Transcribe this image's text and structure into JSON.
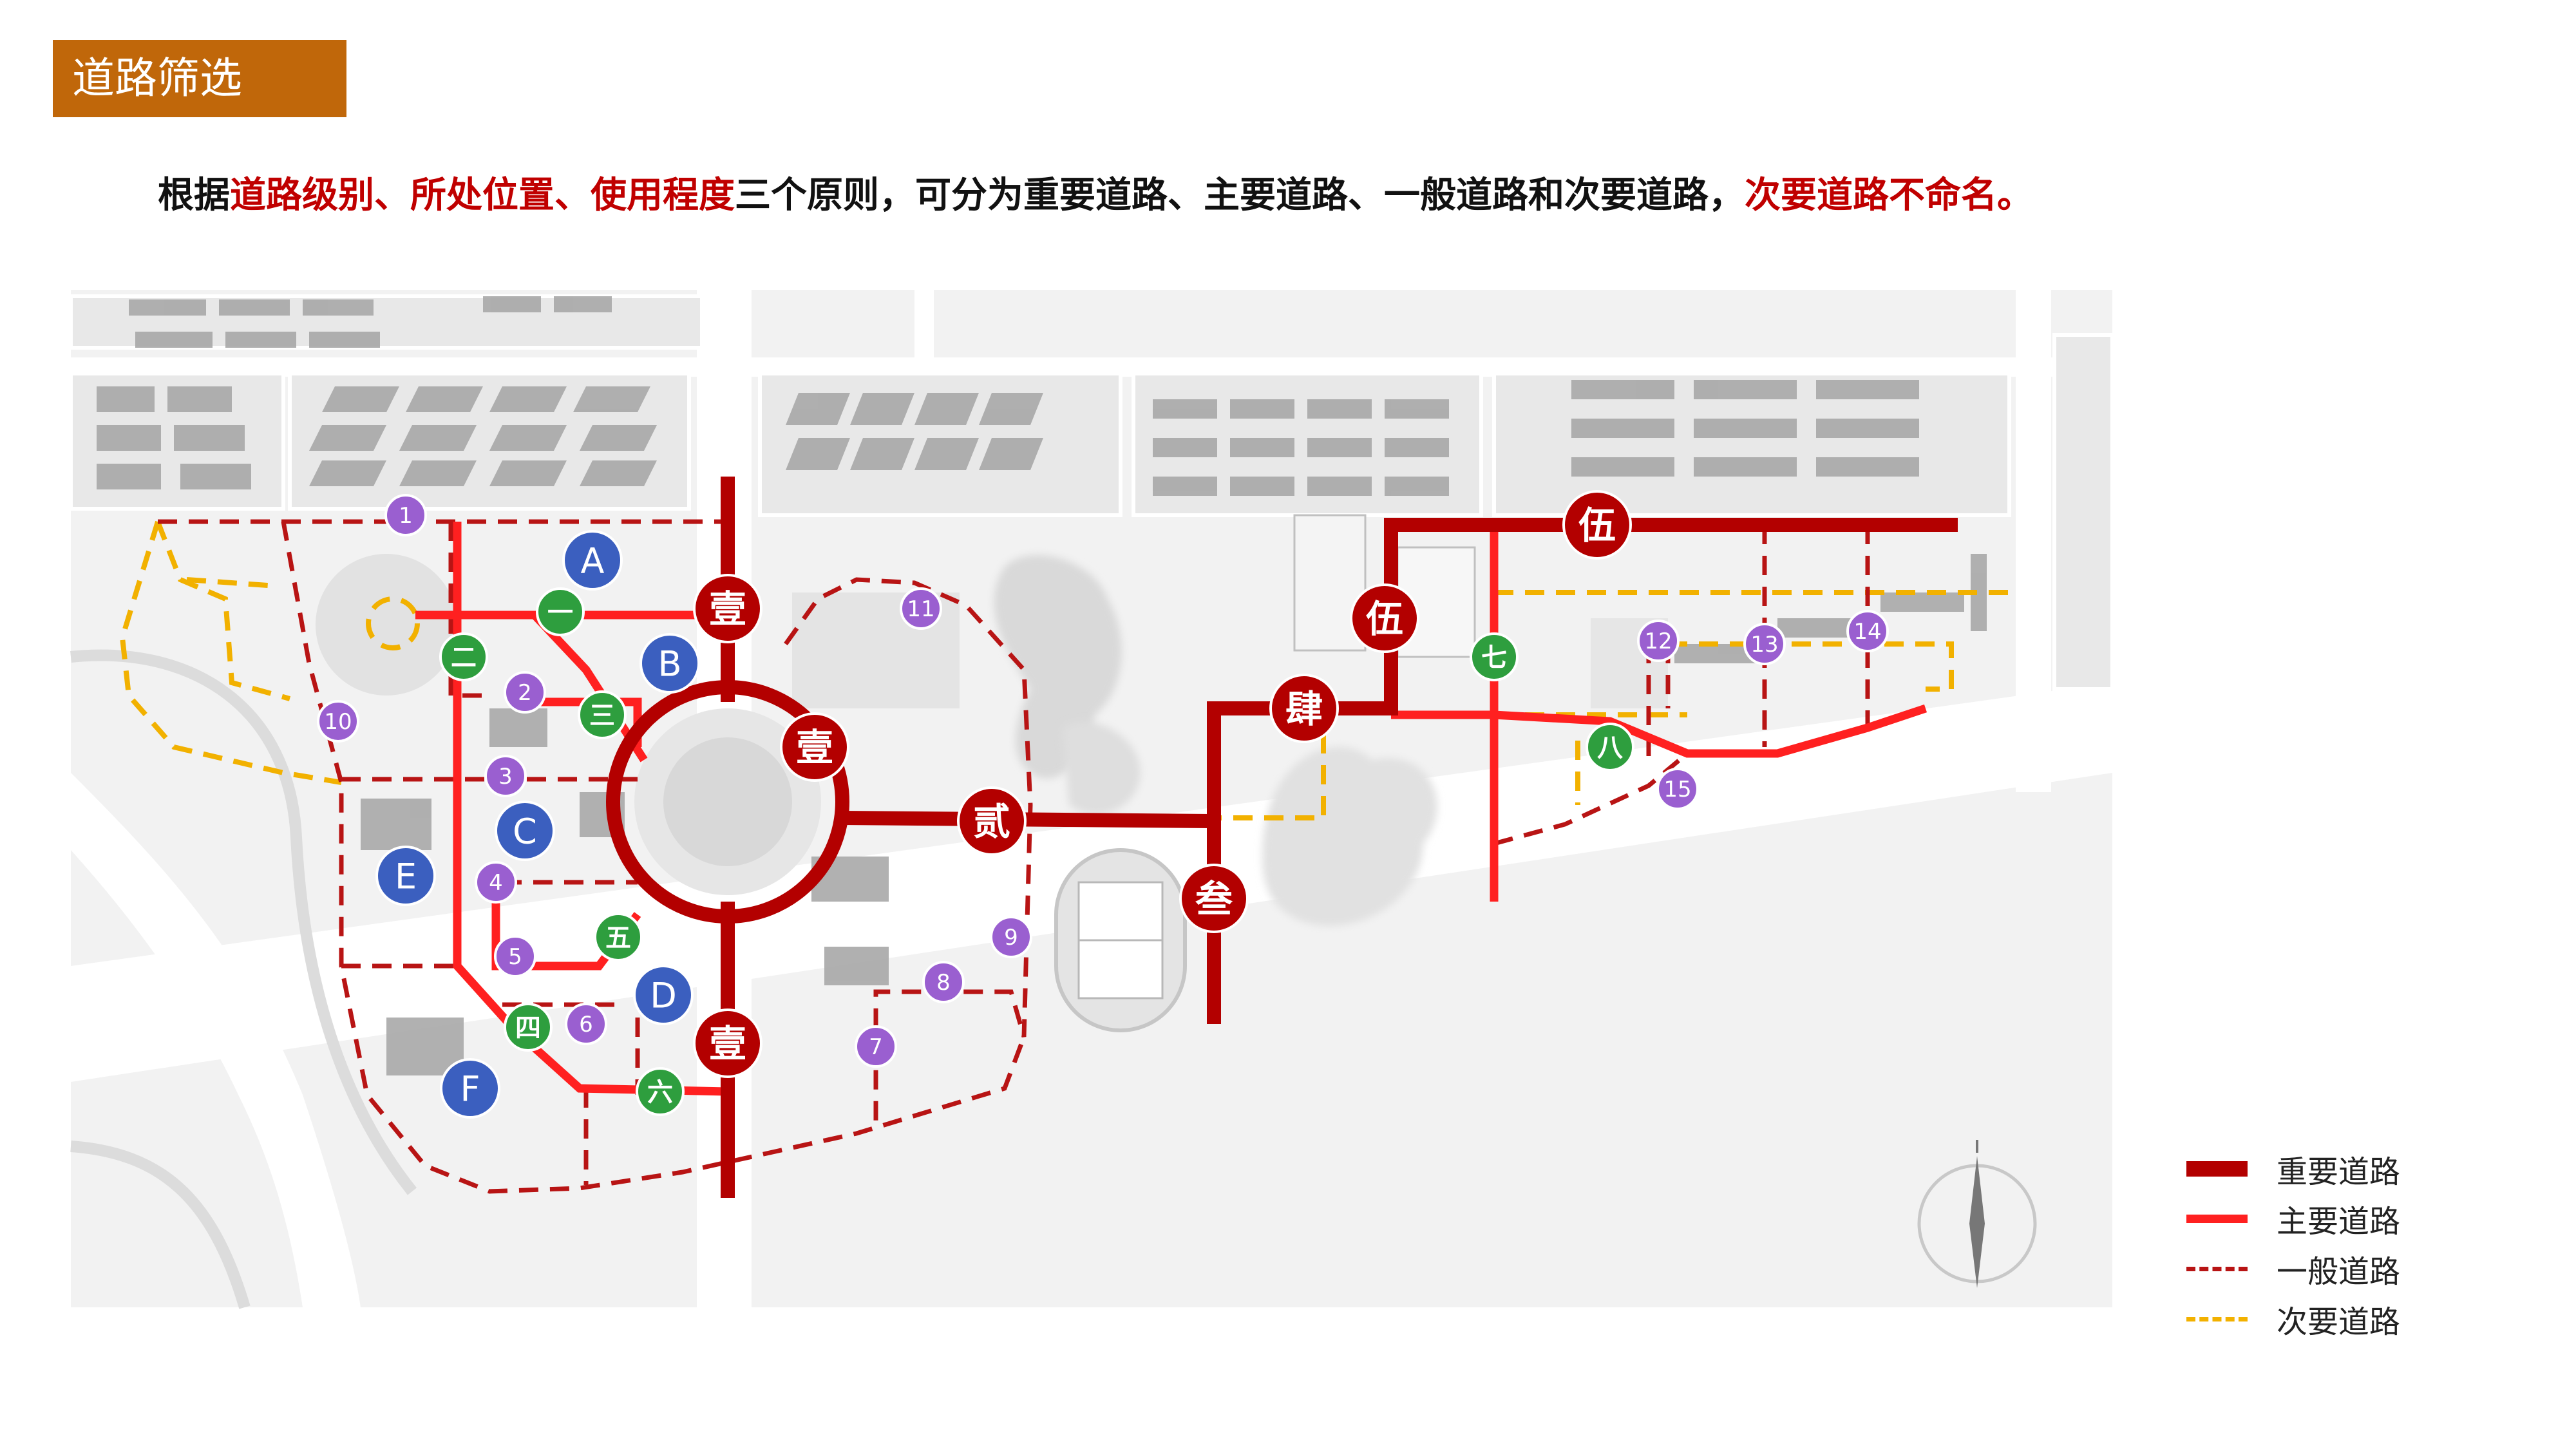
{
  "header": {
    "title": "道路筛选",
    "intro_prefix": "根据",
    "intro_principles": "道路级别、所处位置、使用程度",
    "intro_middle": "三个原则，可分为重要道路、主要道路、一般道路和次要道路，",
    "intro_note": "次要道路不命名。"
  },
  "colors": {
    "important": "#b30000",
    "main": "#ff2020",
    "general": "#b81414",
    "secondary": "#f2b100",
    "building": "#a8a8a8",
    "lot": "#ececec",
    "title_bg": "#c0670a"
  },
  "legend": [
    {
      "label": "重要道路",
      "style": "important"
    },
    {
      "label": "主要道路",
      "style": "main"
    },
    {
      "label": "一般道路",
      "style": "general"
    },
    {
      "label": "次要道路",
      "style": "secondary"
    }
  ],
  "map": {
    "important_labels": [
      "壹",
      "壹",
      "壹",
      "贰",
      "叁",
      "肆",
      "伍",
      "伍"
    ],
    "main_labels": [
      "一",
      "二",
      "三",
      "四",
      "五",
      "六",
      "七",
      "八"
    ],
    "general_labels": [
      "1",
      "2",
      "3",
      "4",
      "5",
      "6",
      "7",
      "8",
      "9",
      "10",
      "11",
      "12",
      "13",
      "14",
      "15"
    ],
    "zone_labels": [
      "A",
      "B",
      "C",
      "D",
      "E",
      "F"
    ]
  }
}
